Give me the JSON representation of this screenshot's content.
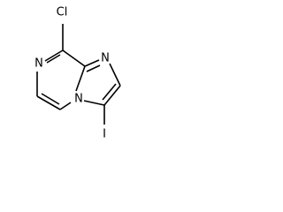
{
  "molecule": {
    "atoms": {
      "chlorine": "Cl",
      "nitrogen_ring_top": "N",
      "nitrogen_imidazole": "N",
      "nitrogen_bridge": "N",
      "iodine": "I"
    }
  }
}
